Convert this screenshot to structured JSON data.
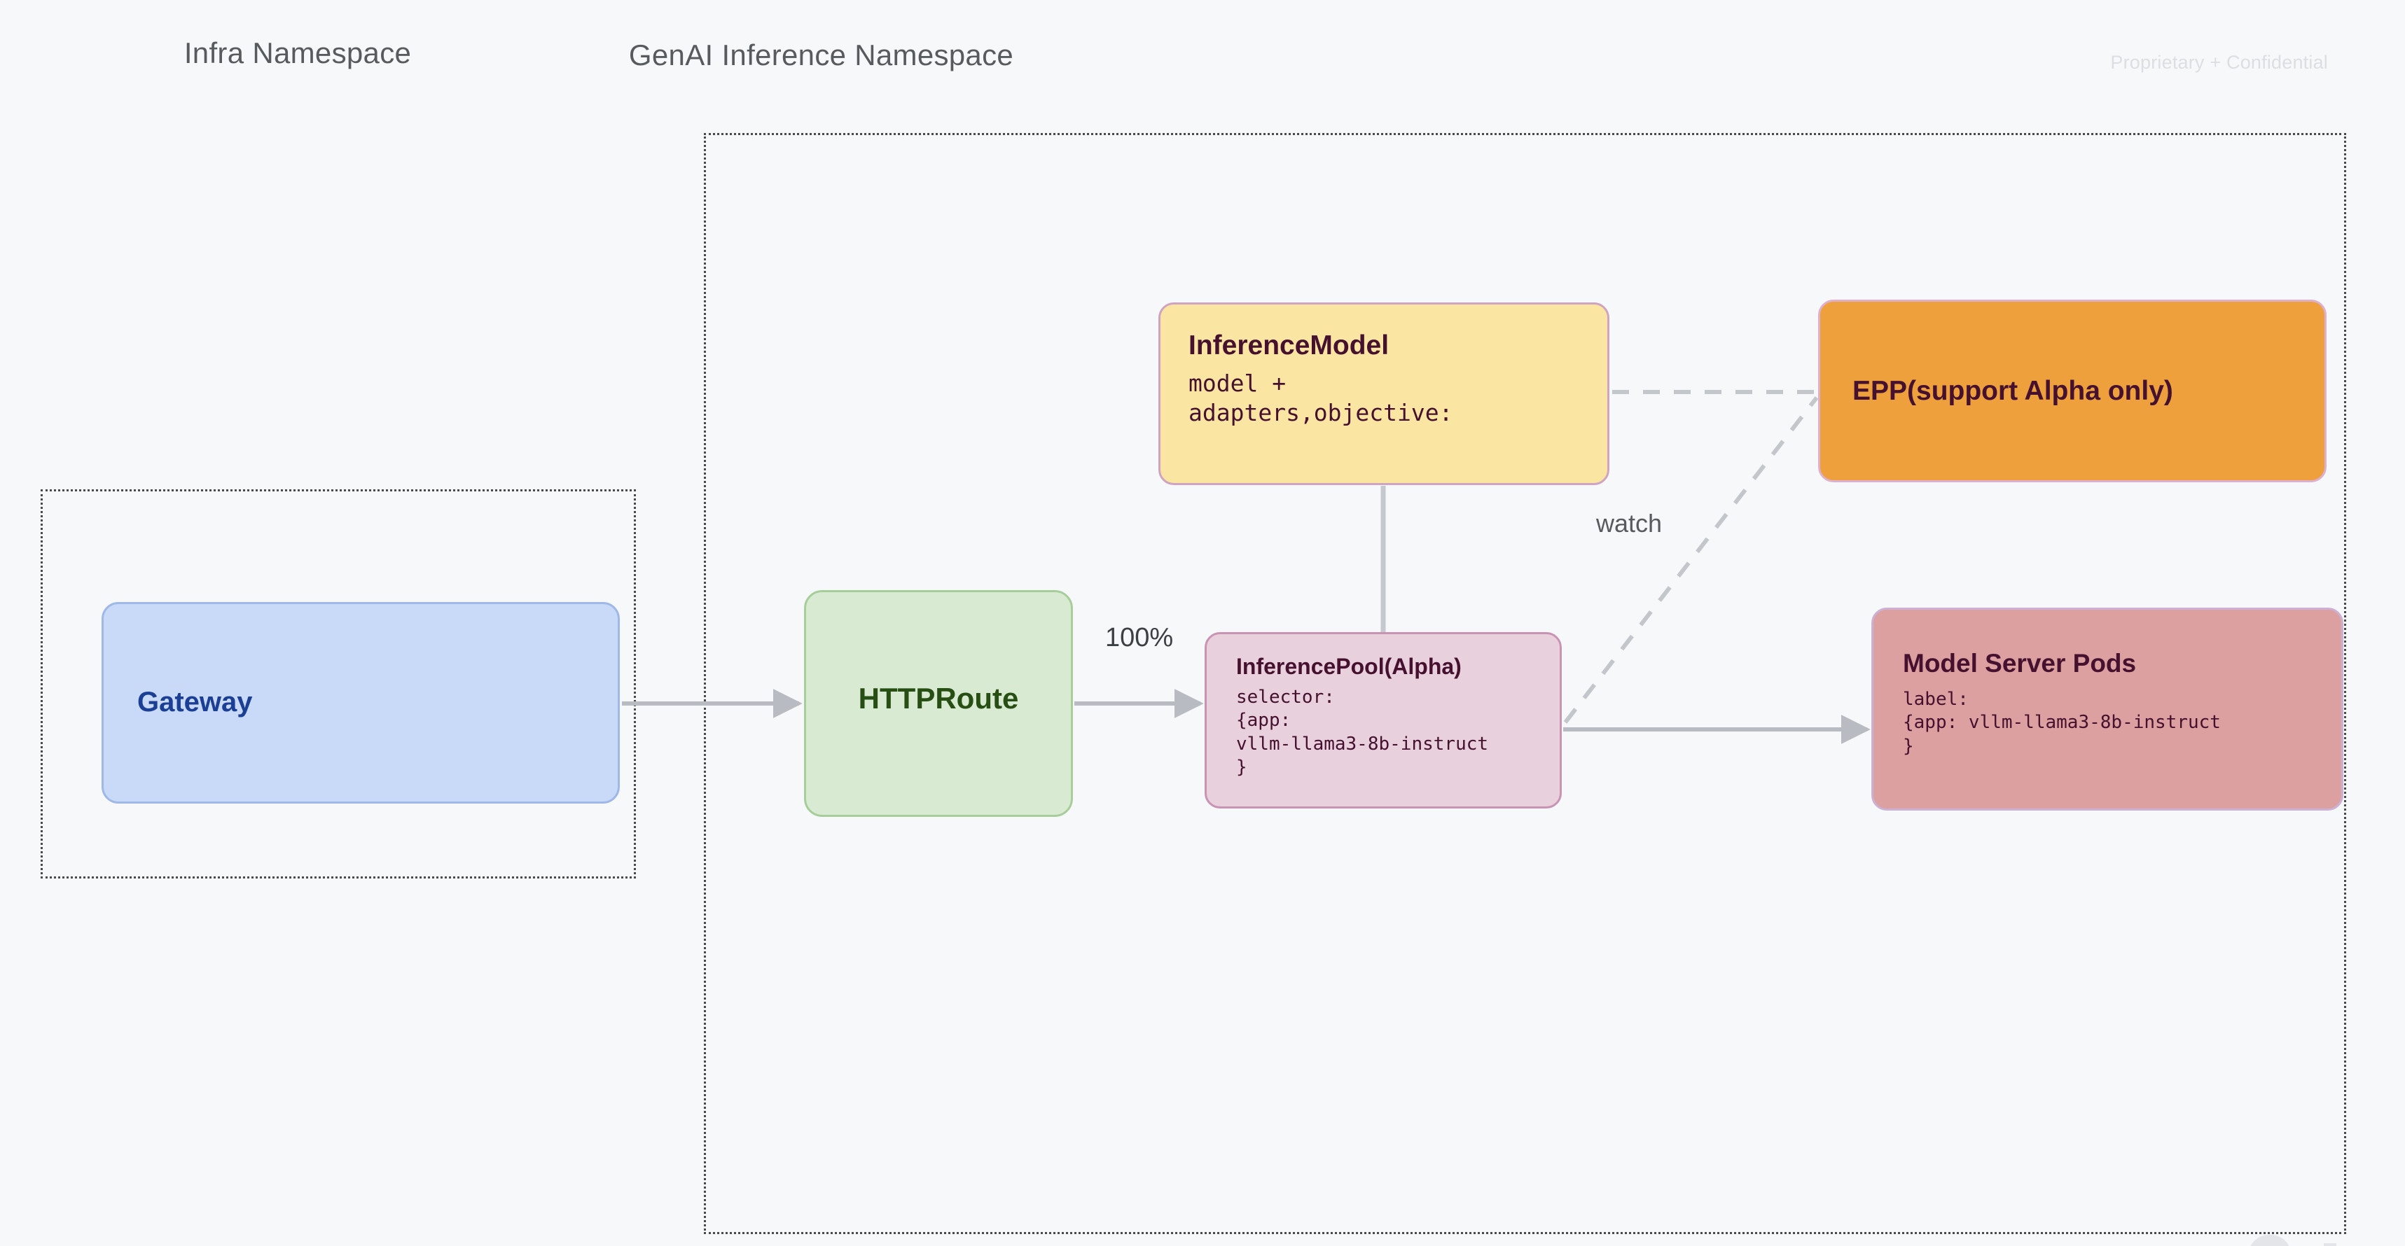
{
  "page": {
    "background_color": "#F7F8FA",
    "watermark": "Proprietary + Confidential"
  },
  "namespaces": [
    {
      "id": "infra",
      "title": "Infra Namespace",
      "border_style": "dotted",
      "border_color": "#4A4A4A",
      "title_color": "#585B5E"
    },
    {
      "id": "genai",
      "title": "GenAI Inference Namespace",
      "border_style": "dotted",
      "border_color": "#4A4A4A",
      "title_color": "#585B5E"
    }
  ],
  "nodes": [
    {
      "id": "gateway",
      "title": "Gateway",
      "body": "",
      "namespace": "infra",
      "fill": "#C9DAF8",
      "border": "#9FB8E8",
      "text_color": "#1B3F94"
    },
    {
      "id": "httproute",
      "title": "HTTPRoute",
      "body": "",
      "namespace": "genai",
      "fill": "#D9EAD3",
      "border": "#A7CE9A",
      "text_color": "#274E13"
    },
    {
      "id": "inferencemodel",
      "title": "InferenceModel",
      "body": "model +\nadapters,objective:",
      "namespace": "genai",
      "fill": "#FAE6A2",
      "border": "#CFA4C1",
      "text_color": "#45112F"
    },
    {
      "id": "inferencepool",
      "title": "InferencePool(Alpha)",
      "body": "selector:\n{app:\nvllm-llama3-8b-instruct\n}",
      "namespace": "genai",
      "fill": "#E8D0DD",
      "border": "#C994B4",
      "text_color": "#45112F"
    },
    {
      "id": "epp",
      "title": "EPP(support Alpha only)",
      "body": "",
      "namespace": "genai",
      "fill": "#EDA03C",
      "border": "#DDB0CE",
      "text_color": "#45112F"
    },
    {
      "id": "modelserverpods",
      "title": "Model Server Pods",
      "body": "label:\n{app: vllm-llama3-8b-instruct\n}",
      "namespace": "genai",
      "fill": "#DBA09F",
      "border": "#CCB1D4",
      "text_color": "#45112F"
    }
  ],
  "edges": [
    {
      "id": "gateway-to-httproute",
      "from": "gateway",
      "to": "httproute",
      "style": "solid",
      "arrow": true,
      "label": "",
      "color": "#B8BCC2"
    },
    {
      "id": "httproute-to-inferencepool",
      "from": "httproute",
      "to": "inferencepool",
      "style": "solid",
      "arrow": true,
      "label": "100%",
      "color": "#B8BCC2"
    },
    {
      "id": "inferencemodel-to-inferencepool",
      "from": "inferencemodel",
      "to": "inferencepool",
      "style": "solid",
      "arrow": false,
      "label": "",
      "color": "#B8BCC2"
    },
    {
      "id": "inferencepool-to-modelserverpods",
      "from": "inferencepool",
      "to": "modelserverpods",
      "style": "solid",
      "arrow": true,
      "label": "",
      "color": "#B8BCC2"
    },
    {
      "id": "inferencemodel-to-epp",
      "from": "inferencemodel",
      "to": "epp",
      "style": "dashed",
      "arrow": false,
      "label": "",
      "color": "#C3C7CC"
    },
    {
      "id": "inferencepool-to-epp",
      "from": "inferencepool",
      "to": "epp",
      "style": "dashed",
      "arrow": false,
      "label": "watch",
      "color": "#C3C7CC"
    }
  ],
  "labels": {
    "traffic_weight": "100%",
    "watch": "watch"
  }
}
